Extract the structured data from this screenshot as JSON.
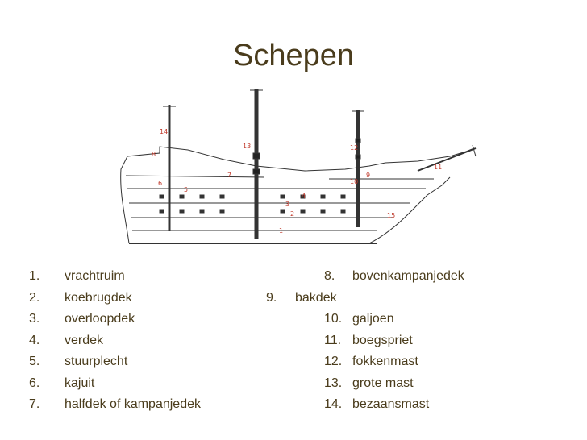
{
  "title": "Schepen",
  "diagram": {
    "callouts": [
      "1",
      "2",
      "3",
      "4",
      "5",
      "6",
      "7",
      "8",
      "9",
      "10",
      "11",
      "12",
      "13",
      "14",
      "15"
    ]
  },
  "left_list": [
    {
      "num": "1.",
      "label": "vrachtruim"
    },
    {
      "num": "2.",
      "label": "koebrugdek"
    },
    {
      "num": "3.",
      "label": "overloopdek"
    },
    {
      "num": "4.",
      "label": "verdek"
    },
    {
      "num": "5.",
      "label": "stuurplecht"
    },
    {
      "num": "6.",
      "label": "kajuit"
    },
    {
      "num": "7.",
      "label": "halfdek of kampanjedek"
    }
  ],
  "right_list": [
    {
      "num": "8.",
      "label": "bovenkampanjedek"
    },
    {
      "num": "9.",
      "label": "bakdek"
    },
    {
      "num": "10.",
      "label": "galjoen"
    },
    {
      "num": "11.",
      "label": "boegspriet"
    },
    {
      "num": "12.",
      "label": "fokkenmast"
    },
    {
      "num": "13.",
      "label": "grote mast"
    },
    {
      "num": "14.",
      "label": "bezaansmast"
    }
  ]
}
